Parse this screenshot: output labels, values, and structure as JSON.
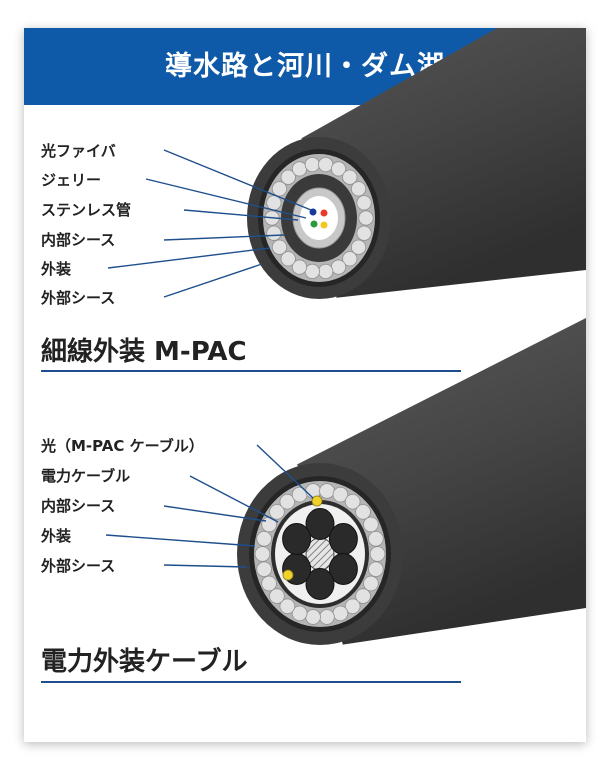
{
  "header": {
    "title": "導水路と河川・ダム湖"
  },
  "sections": [
    {
      "title": "細線外装 M-PAC",
      "labels": [
        "光ファイバ",
        "ジェリー",
        "ステンレス管",
        "内部シース",
        "外装",
        "外部シース"
      ]
    },
    {
      "title": "電力外装ケーブル",
      "labels": [
        "光（M-PAC ケーブル）",
        "電力ケーブル",
        "内部シース",
        "外装",
        "外部シース"
      ]
    }
  ],
  "colors": {
    "header_bg": "#0f5aa8",
    "cable_body": "#4a4a4a",
    "armor_wire": "#d9d9d9",
    "leader_line": "#1e4f8c",
    "fiber_colors": [
      "#1a3a9a",
      "#e63a2a",
      "#2a9a3a",
      "#f2c81e"
    ],
    "accent_yellow": "#f0d02a"
  }
}
